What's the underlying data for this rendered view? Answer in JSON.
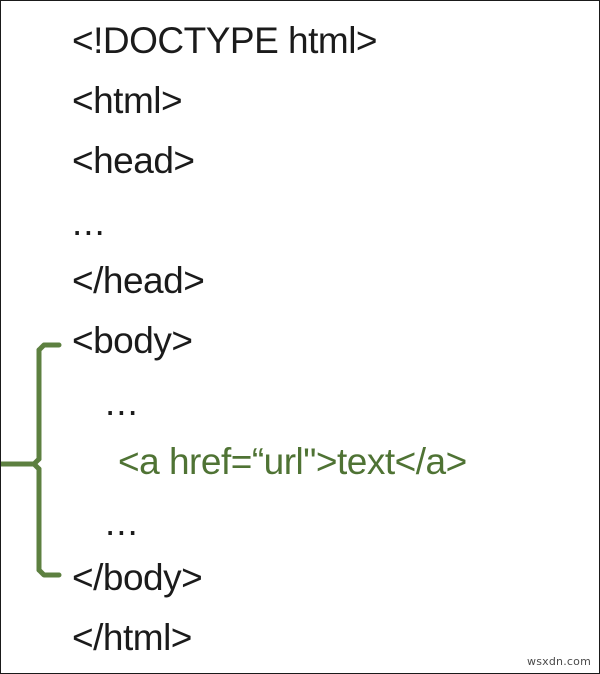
{
  "figure": {
    "title": "HTML document structure with anchor tag highlighted",
    "background_color": "#ffffff",
    "text_color": "#1b1b1b",
    "highlight_color": "#4f7334",
    "bracket_color": "#5d8040"
  },
  "code": {
    "lines": [
      {
        "id": "doctype",
        "text": "<!DOCTYPE html>",
        "indent": 0,
        "highlighted": false
      },
      {
        "id": "html_open",
        "text": "<html>",
        "indent": 0,
        "highlighted": false
      },
      {
        "id": "head_open",
        "text": "<head>",
        "indent": 0,
        "highlighted": false
      },
      {
        "id": "dots_head",
        "text": "...",
        "indent": 0,
        "highlighted": false
      },
      {
        "id": "head_close",
        "text": "</head>",
        "indent": 0,
        "highlighted": false
      },
      {
        "id": "body_open",
        "text": "<body>",
        "indent": 0,
        "highlighted": false
      },
      {
        "id": "dots_1",
        "text": "...",
        "indent": 1,
        "highlighted": false
      },
      {
        "id": "anchor",
        "text": "<a href=“url\">text</a>",
        "indent": 2,
        "highlighted": true
      },
      {
        "id": "dots_2",
        "text": "...",
        "indent": 1,
        "highlighted": false
      },
      {
        "id": "body_close",
        "text": "</body>",
        "indent": 0,
        "highlighted": false
      },
      {
        "id": "html_close",
        "text": "</html>",
        "indent": 0,
        "highlighted": false
      }
    ]
  },
  "callout": {
    "name": "body-scope-bracket",
    "description": "Green curly bracket spanning from <body> to </body> with a pointer tick at the anchor line",
    "spans_from": "<body>",
    "spans_to": "</body>",
    "points_at": "<a href=“url\">text</a>"
  },
  "watermark": {
    "text": "wsxdn.com"
  }
}
